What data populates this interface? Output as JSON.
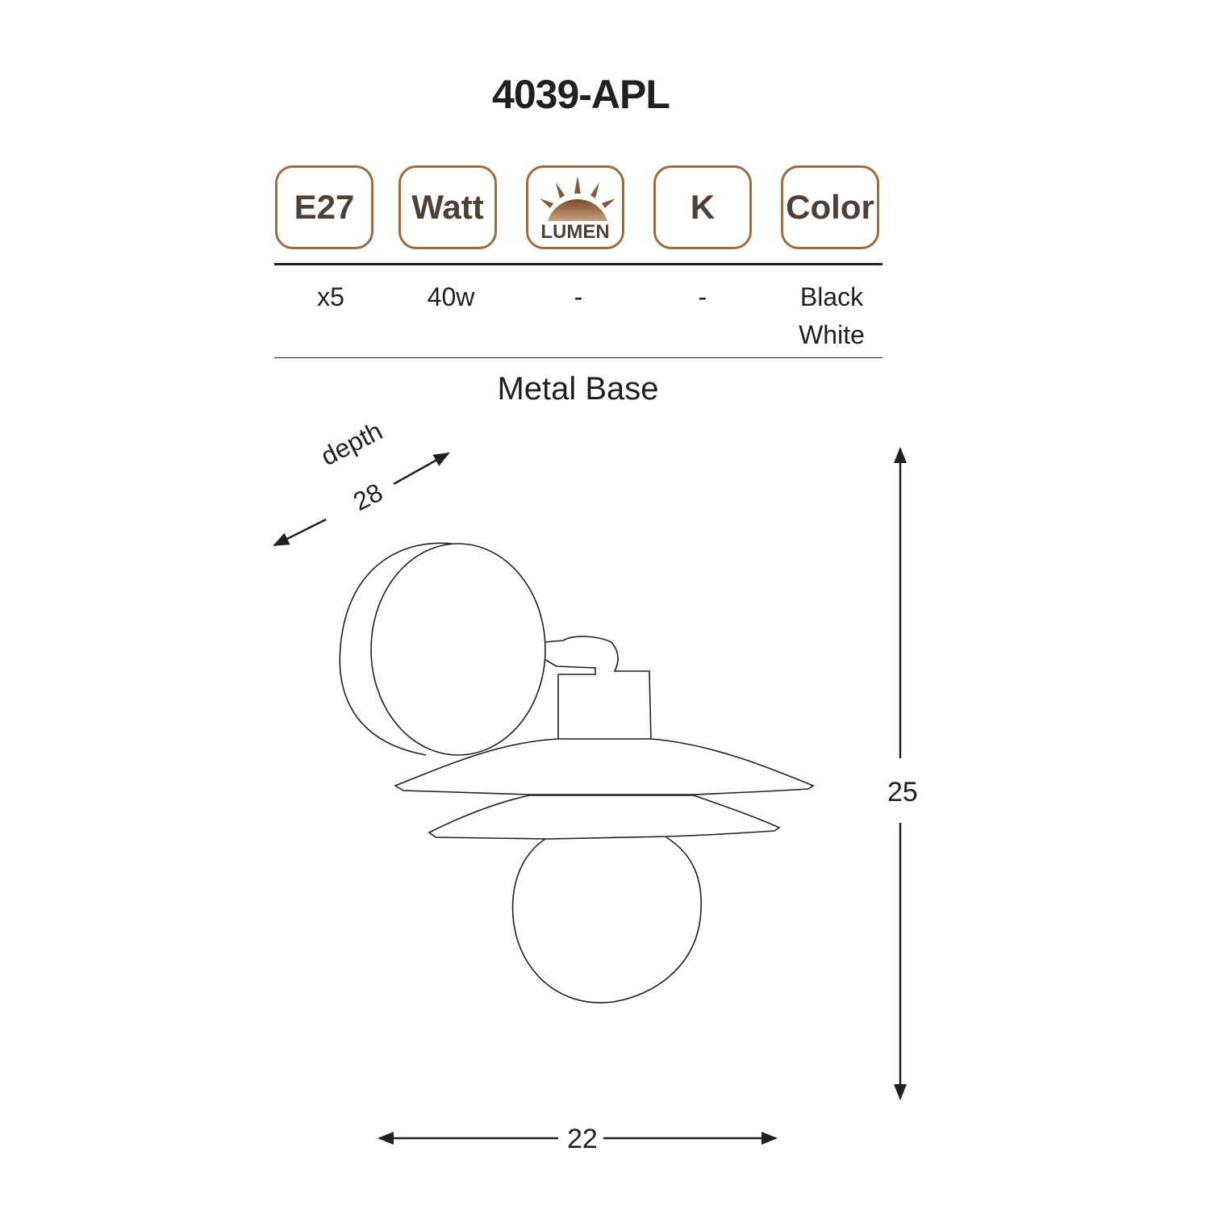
{
  "product": {
    "model": "4039-APL",
    "material": "Metal Base"
  },
  "icons": [
    {
      "name": "socket",
      "label": "E27"
    },
    {
      "name": "watt",
      "label": "Watt"
    },
    {
      "name": "lumen",
      "label": "LUMEN"
    },
    {
      "name": "kelvin",
      "label": "K"
    },
    {
      "name": "color",
      "label": "Color"
    }
  ],
  "specs": {
    "socket": "x5",
    "watt": "40w",
    "lumen": "-",
    "kelvin": "-",
    "color_1": "Black",
    "color_2": "White"
  },
  "dimensions": {
    "depth_label": "depth",
    "depth": "28",
    "height": "25",
    "width": "22"
  },
  "colors": {
    "icon_border": "#a06a3e",
    "icon_text": "#4f4037",
    "line": "#231f20"
  }
}
